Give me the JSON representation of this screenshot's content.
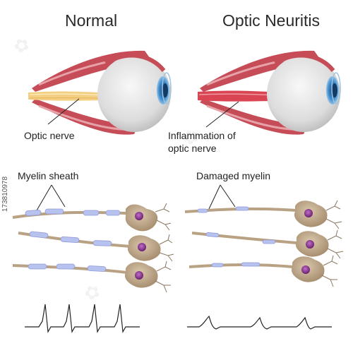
{
  "titles": {
    "left": "Normal",
    "right": "Optic Neuritis"
  },
  "labels": {
    "optic_nerve": "Optic nerve",
    "inflammation_line1": "Inflammation of",
    "inflammation_line2": "optic nerve",
    "myelin_sheath": "Myelin sheath",
    "damaged_myelin": "Damaged myelin"
  },
  "stock_id": "173810978",
  "colors": {
    "nerve_normal": "#f4d080",
    "nerve_inflamed": "#d84050",
    "muscle": "#c84a55",
    "sclera": "#e9e9e9",
    "iris": "#3a86c8",
    "axon": "#b9a283",
    "myelin": "#b8c2ee",
    "cell_body": "#c2ab8c",
    "nucleus": "#8a2e8c"
  },
  "icons": {
    "eye_normal": "eye-icon",
    "eye_inflamed": "eye-icon",
    "neuron": "neuron-icon"
  }
}
